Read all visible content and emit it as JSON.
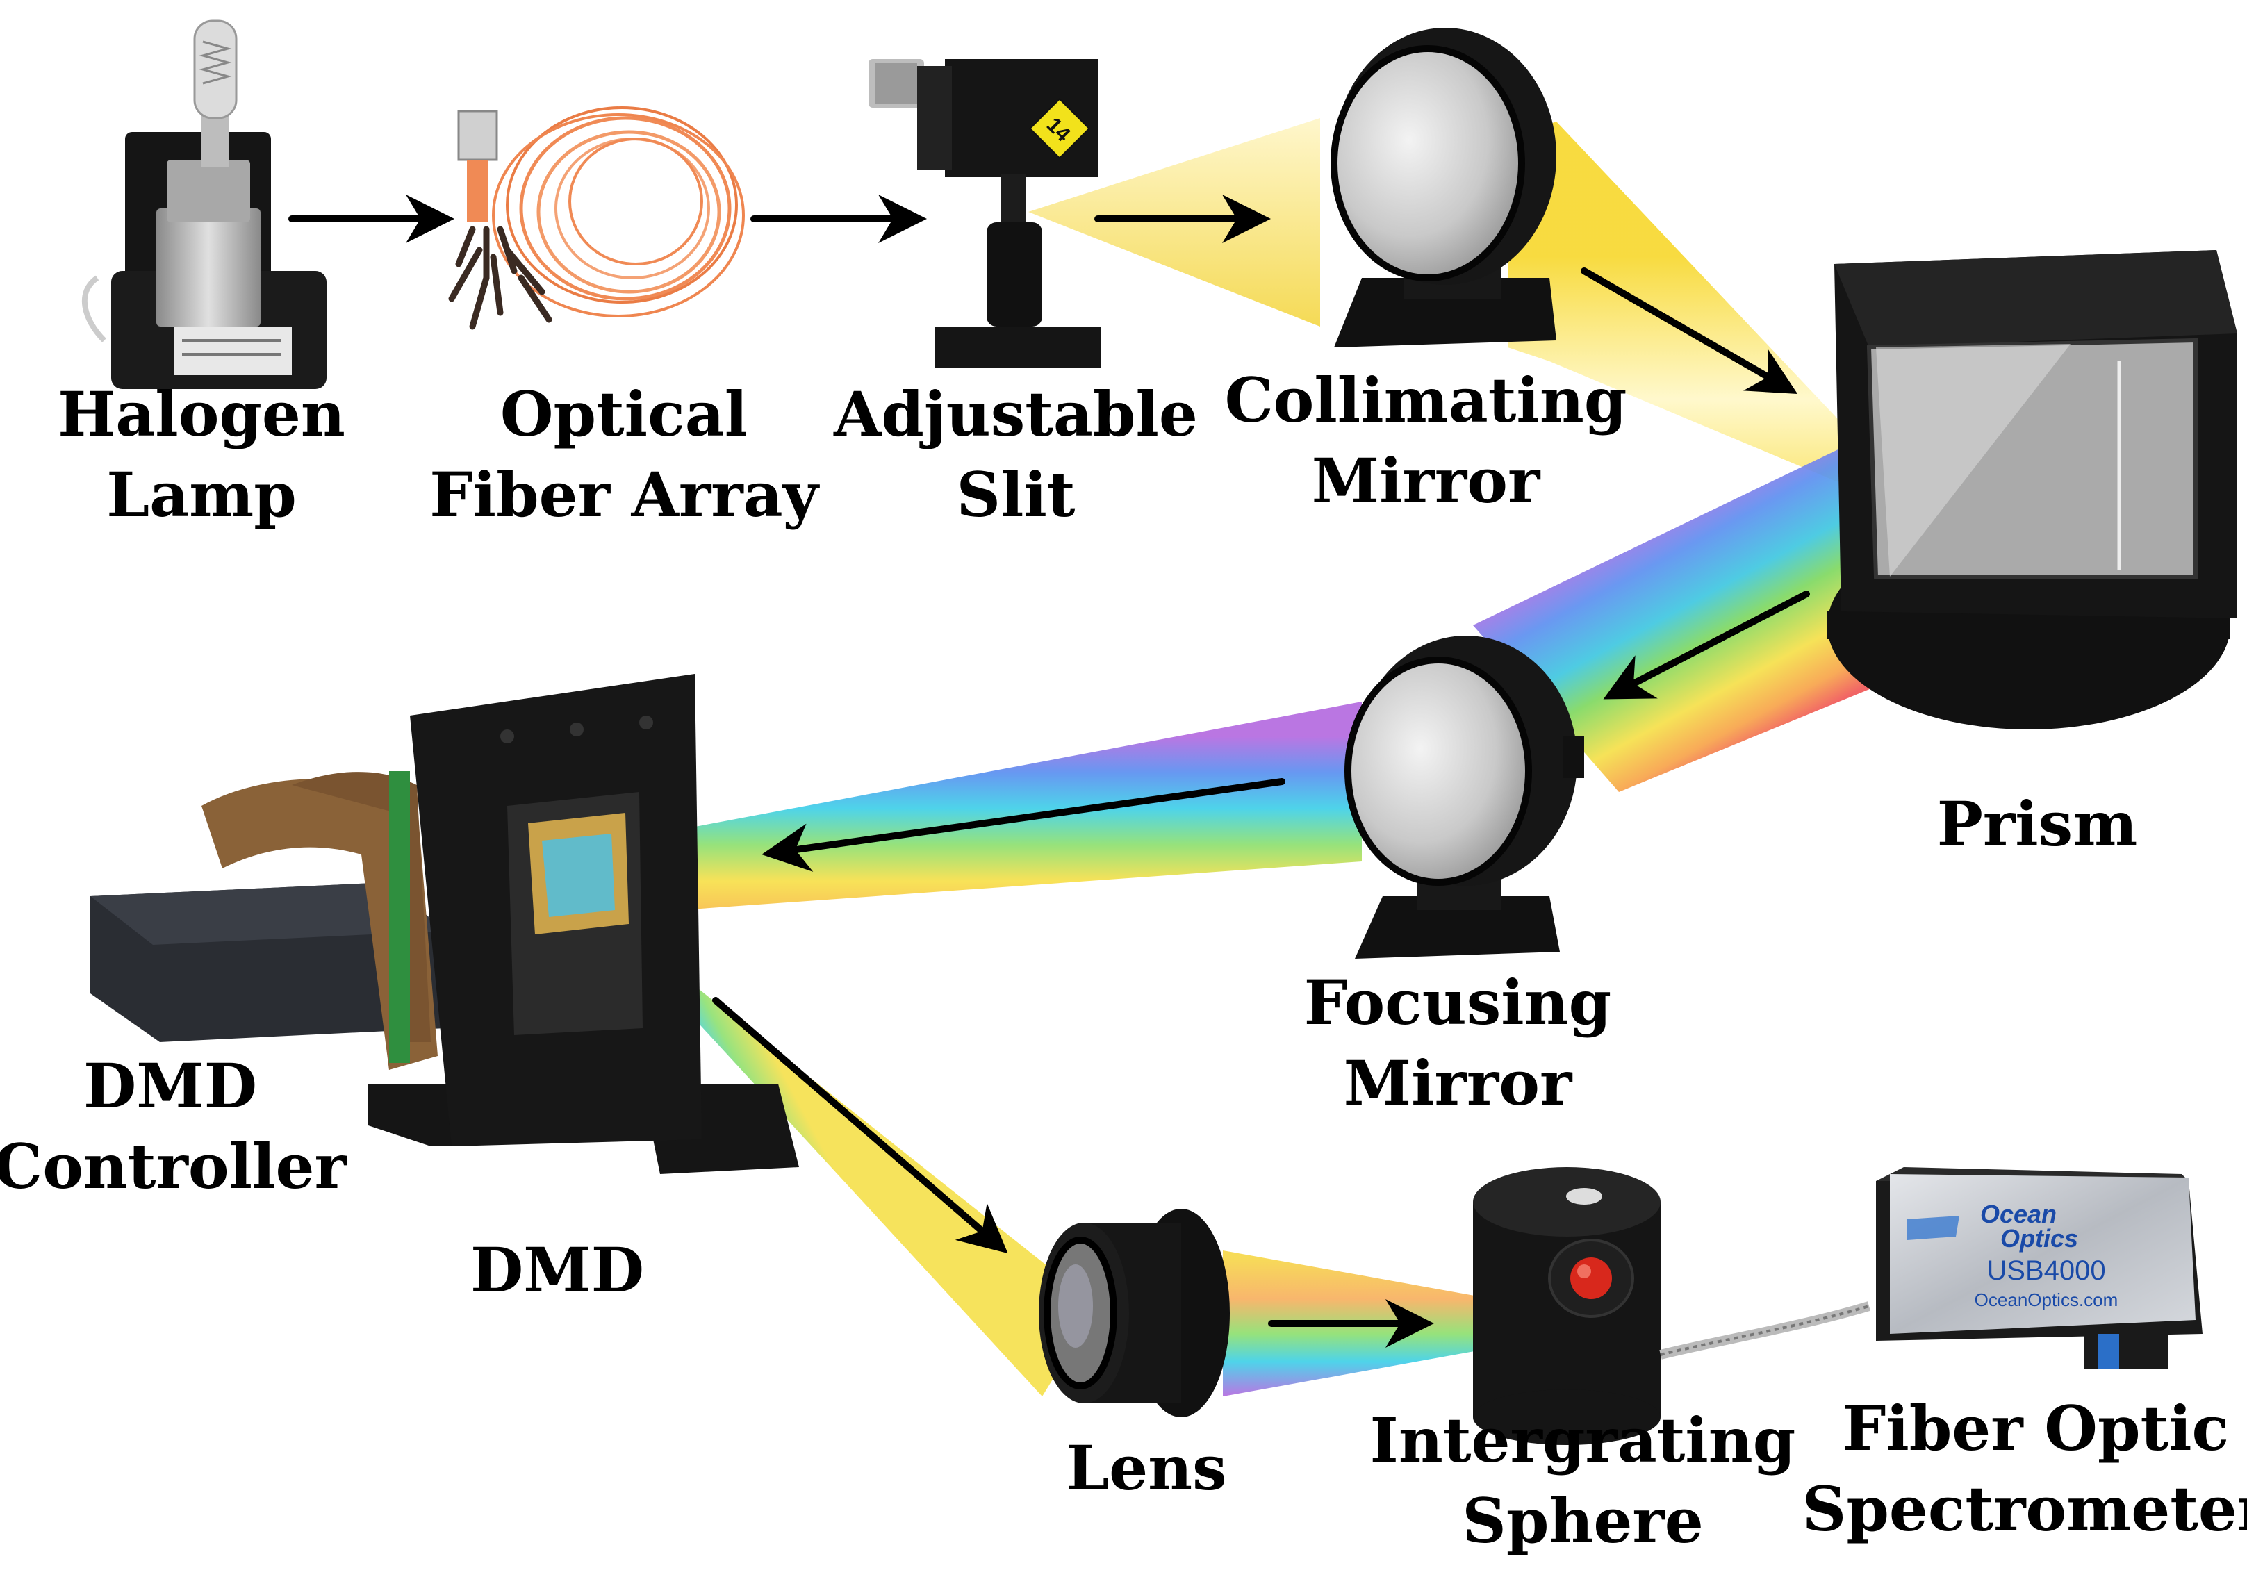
{
  "components": {
    "halogen_lamp": {
      "lines": [
        "Halogen",
        "Lamp"
      ]
    },
    "optical_fiber_array": {
      "lines": [
        "Optical",
        "Fiber Array"
      ]
    },
    "adjustable_slit": {
      "lines": [
        "Adjustable",
        "Slit"
      ],
      "tag": "14"
    },
    "collimating_mirror": {
      "lines": [
        "Collimating",
        "Mirror"
      ]
    },
    "prism": {
      "lines": [
        "Prism"
      ]
    },
    "focusing_mirror": {
      "lines": [
        "Focusing",
        "Mirror"
      ]
    },
    "dmd_controller": {
      "lines": [
        "DMD",
        "Controller"
      ]
    },
    "dmd": {
      "lines": [
        "DMD"
      ]
    },
    "lens": {
      "lines": [
        "Lens"
      ]
    },
    "integrating_sphere": {
      "lines": [
        "Intergrating",
        "Sphere"
      ]
    },
    "fiber_optic_spectrometer": {
      "lines": [
        "Fiber Optic",
        "Spectrometer"
      ],
      "brand_line1": "Ocean",
      "brand_line2": "Optics",
      "model": "USB4000",
      "website": "OceanOptics.com"
    }
  },
  "colors": {
    "beam_white": "#fff6b0",
    "beam_yellow": "#f7dc3c",
    "arrow": "#000000",
    "hardware": "#141414",
    "fiber": "#f08a55",
    "ribbon": "#8a6238",
    "spectrometer_body": "#c8cbd0",
    "brand_blue": "#1a4aa8",
    "button_red": "#d8281c",
    "slit_tag": "#f2e21b"
  }
}
